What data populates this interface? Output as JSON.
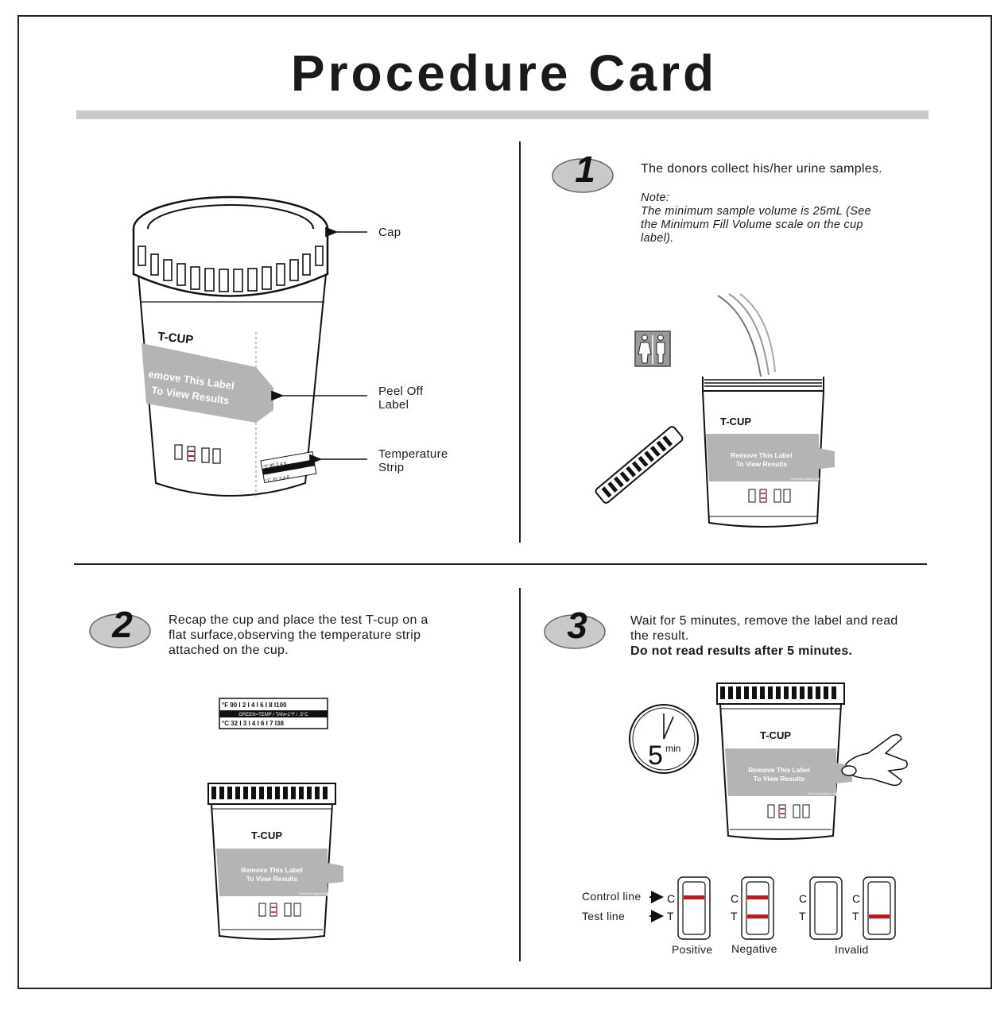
{
  "title": "Procedure Card",
  "cap_label": "Cap",
  "peel_label": [
    "Peel Off",
    "Label"
  ],
  "temp_label": [
    "Temperature",
    "Strip"
  ],
  "cup_brand": "T-CUP",
  "cup_label_line1": "Remove This Label",
  "cup_label_line2": "To View Results",
  "cup_peel_hint": "Peel from right to left",
  "temp_strip_big": {
    "f_row": "°F 90 I 2 I 4 I 6 I 8 I100",
    "mid_row": "GREEN=TEMP / TAN=1°F / .5°C",
    "c_row": "°C 32 I 3 I 4 I 6 I 7 I38"
  },
  "step1": {
    "number": "1",
    "text": "The donors collect his/her urine samples.",
    "note_head": "Note:",
    "note_lines": [
      "The minimum sample volume is 25mL (See",
      "the Minimum Fill Volume scale on the cup",
      "label)."
    ]
  },
  "step2": {
    "number": "2",
    "lines": [
      "Recap the cup and place the test T-cup on a",
      "flat surface,observing the temperature strip",
      "attached on the cup."
    ]
  },
  "step3": {
    "number": "3",
    "lines": [
      "Wait for 5 minutes, remove the label and read",
      "the result."
    ],
    "bold_line": "Do not read results after 5 minutes.",
    "timer_value": "5",
    "timer_unit": "min"
  },
  "results": {
    "control_line": "Control line",
    "test_line": "Test line",
    "c": "C",
    "t": "T",
    "positive": "Positive",
    "negative": "Negative",
    "invalid": "Invalid"
  },
  "colors": {
    "red_line": "#c8141e",
    "label_gray": "#b4b4b4",
    "badge_gray": "#c9c9c9"
  }
}
